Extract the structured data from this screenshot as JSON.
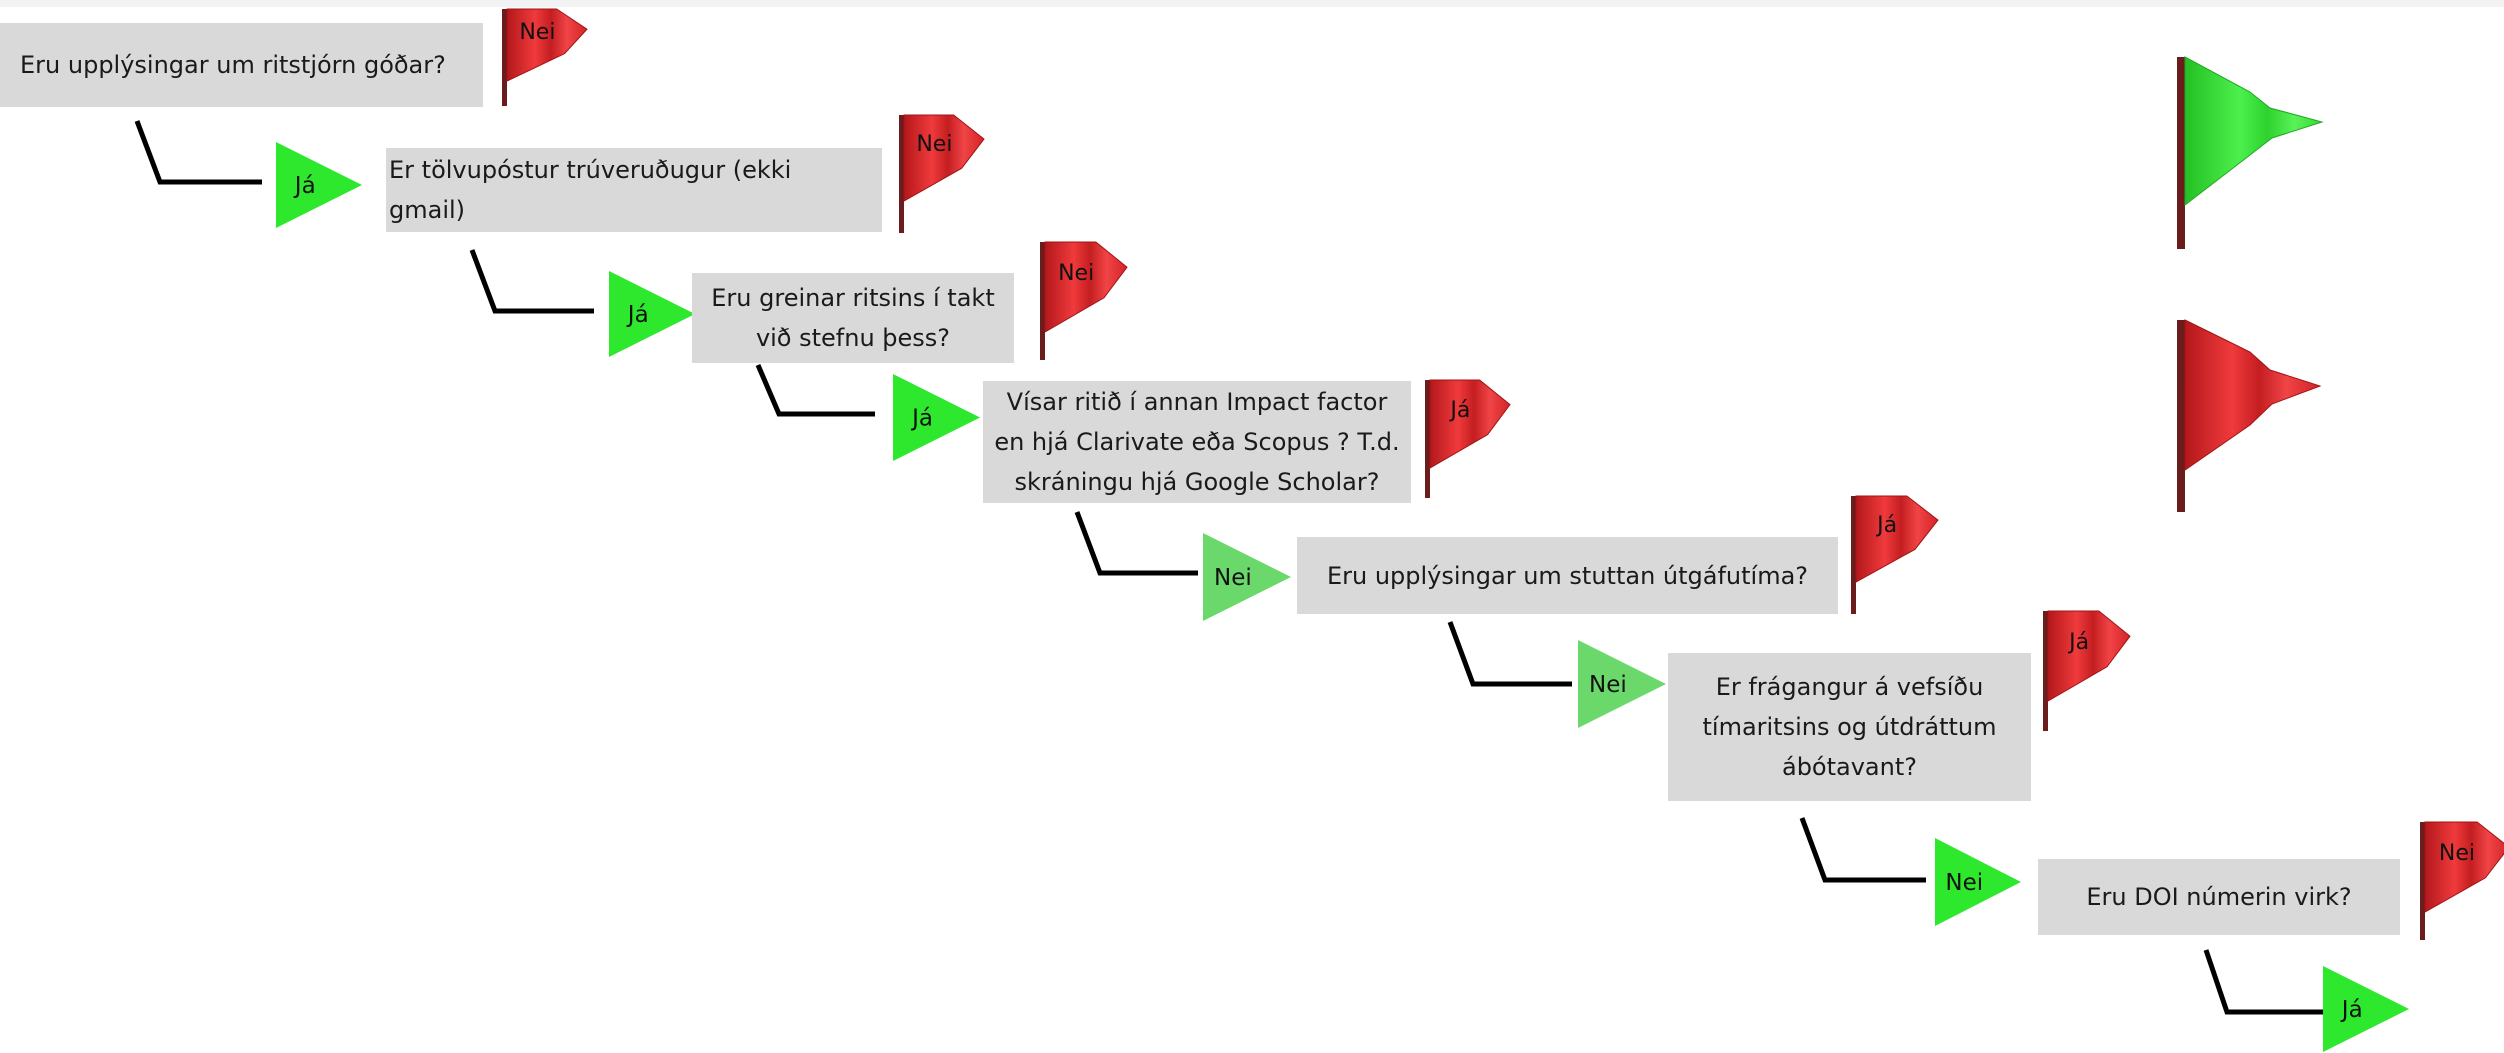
{
  "questions": [
    "Eru upplýsingar um ritstjórn góðar?",
    "Er tölvupóstur trúveruðugur (ekki gmail)",
    "Eru greinar ritsins í takt við stefnu þess?",
    "Vísar ritið í annan Impact factor en hjá Clarivate eða Scopus ? T.d. skráningu hjá Google Scholar?",
    "Eru upplýsingar um stuttan útgáfutíma?",
    "Er frágangur á vefsíðu tímaritsins og útdráttum ábótavant?",
    "Eru DOI númerin virk?"
  ],
  "red_flag_labels": [
    "Nei",
    "Nei",
    "Nei",
    "Já",
    "Já",
    "Já",
    "Nei"
  ],
  "continue_labels": [
    "Já",
    "Já",
    "Já",
    "Nei",
    "Nei",
    "Nei",
    "Já"
  ],
  "legend": {
    "green_flag": "green-flag-icon",
    "red_flag": "red-flag-icon"
  },
  "colors": {
    "box": "#d9d9d9",
    "arrow_bright": "#2ee82e",
    "arrow_light": "#6ad86a",
    "flag_red": "#e8282b",
    "flag_green": "#3ee83e",
    "pole": "#6b1d1d",
    "connector": "#000000"
  }
}
